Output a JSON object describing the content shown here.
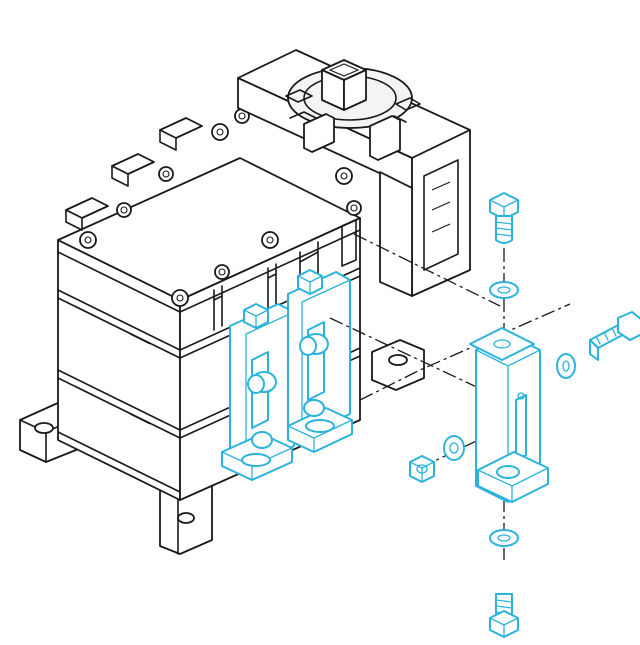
{
  "diagram": {
    "kind": "exploded mounting assembly",
    "colors": {
      "line": "#1a1a1a",
      "accent": "#2bb3dc",
      "background": "#ffffff"
    },
    "parts": [
      "switch-body",
      "operating-shaft",
      "mounting-feet",
      "terminal-brackets",
      "l-bracket",
      "hex-bolts",
      "washers",
      "hex-nut"
    ]
  }
}
